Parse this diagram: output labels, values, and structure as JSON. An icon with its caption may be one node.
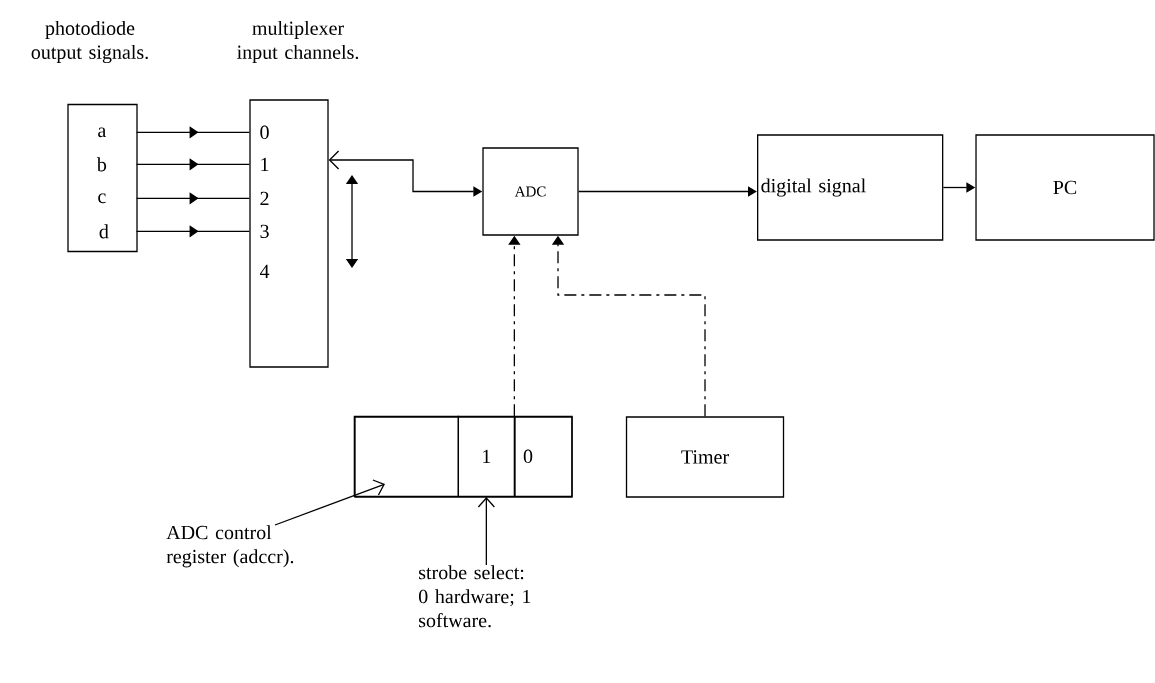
{
  "diagram": {
    "nodes": [
      {
        "text": [
          "photodiode output signals."
        ]
      },
      {
        "text": [
          "a"
        ],
        "in": 0
      },
      {
        "text": [
          "b"
        ],
        "in": 0
      },
      {
        "text": [
          "c"
        ],
        "in": 0
      },
      {
        "text": [
          "d"
        ],
        "in": 0
      },
      {
        "text": [
          "multiplexer input channels."
        ]
      },
      {
        "text": [
          "0"
        ],
        "in": 5
      },
      {
        "text": [
          "1"
        ],
        "in": 5
      },
      {
        "text": [
          "2"
        ],
        "in": 5
      },
      {
        "text": [
          "3"
        ],
        "in": 5
      },
      {
        "text": [
          "4"
        ],
        "in": 5
      },
      {
        "text": [
          "ADC"
        ]
      },
      {
        "text": [
          "digital signal"
        ]
      },
      {
        "text": [
          "PC"
        ]
      },
      {
        "text": [],
        "shape": "box"
      },
      {
        "text": [],
        "shape": "box",
        "in": 14
      },
      {
        "text": [
          "1"
        ],
        "in": 14
      },
      {
        "text": [
          "0"
        ],
        "in": 14
      },
      {
        "text": [
          "Timer"
        ]
      },
      {
        "text": [
          "ADC control register (adccr)."
        ]
      },
      {
        "text": [
          "strobe select: 0 hardware; 1 software."
        ]
      }
    ],
    "edges": [
      {
        "from": 1,
        "to": 6,
        "arrow": "to"
      },
      {
        "from": 2,
        "to": 7,
        "arrow": "to"
      },
      {
        "from": 3,
        "to": 8,
        "arrow": "to"
      },
      {
        "from": 4,
        "to": 9,
        "arrow": "to"
      },
      {
        "from": 5,
        "to": 11,
        "arrow": "both"
      },
      {
        "from": 11,
        "to": 12,
        "arrow": "to"
      },
      {
        "from": 12,
        "to": 13,
        "arrow": "to"
      },
      {
        "from": 14,
        "to": 11,
        "arrow": "to",
        "style": "dashed"
      },
      {
        "from": 18,
        "to": 11,
        "arrow": "to",
        "style": "dashed"
      },
      {
        "from": 19,
        "to": 15,
        "arrow": "to"
      },
      {
        "from": 20,
        "to": 16,
        "arrow": "to"
      }
    ]
  }
}
